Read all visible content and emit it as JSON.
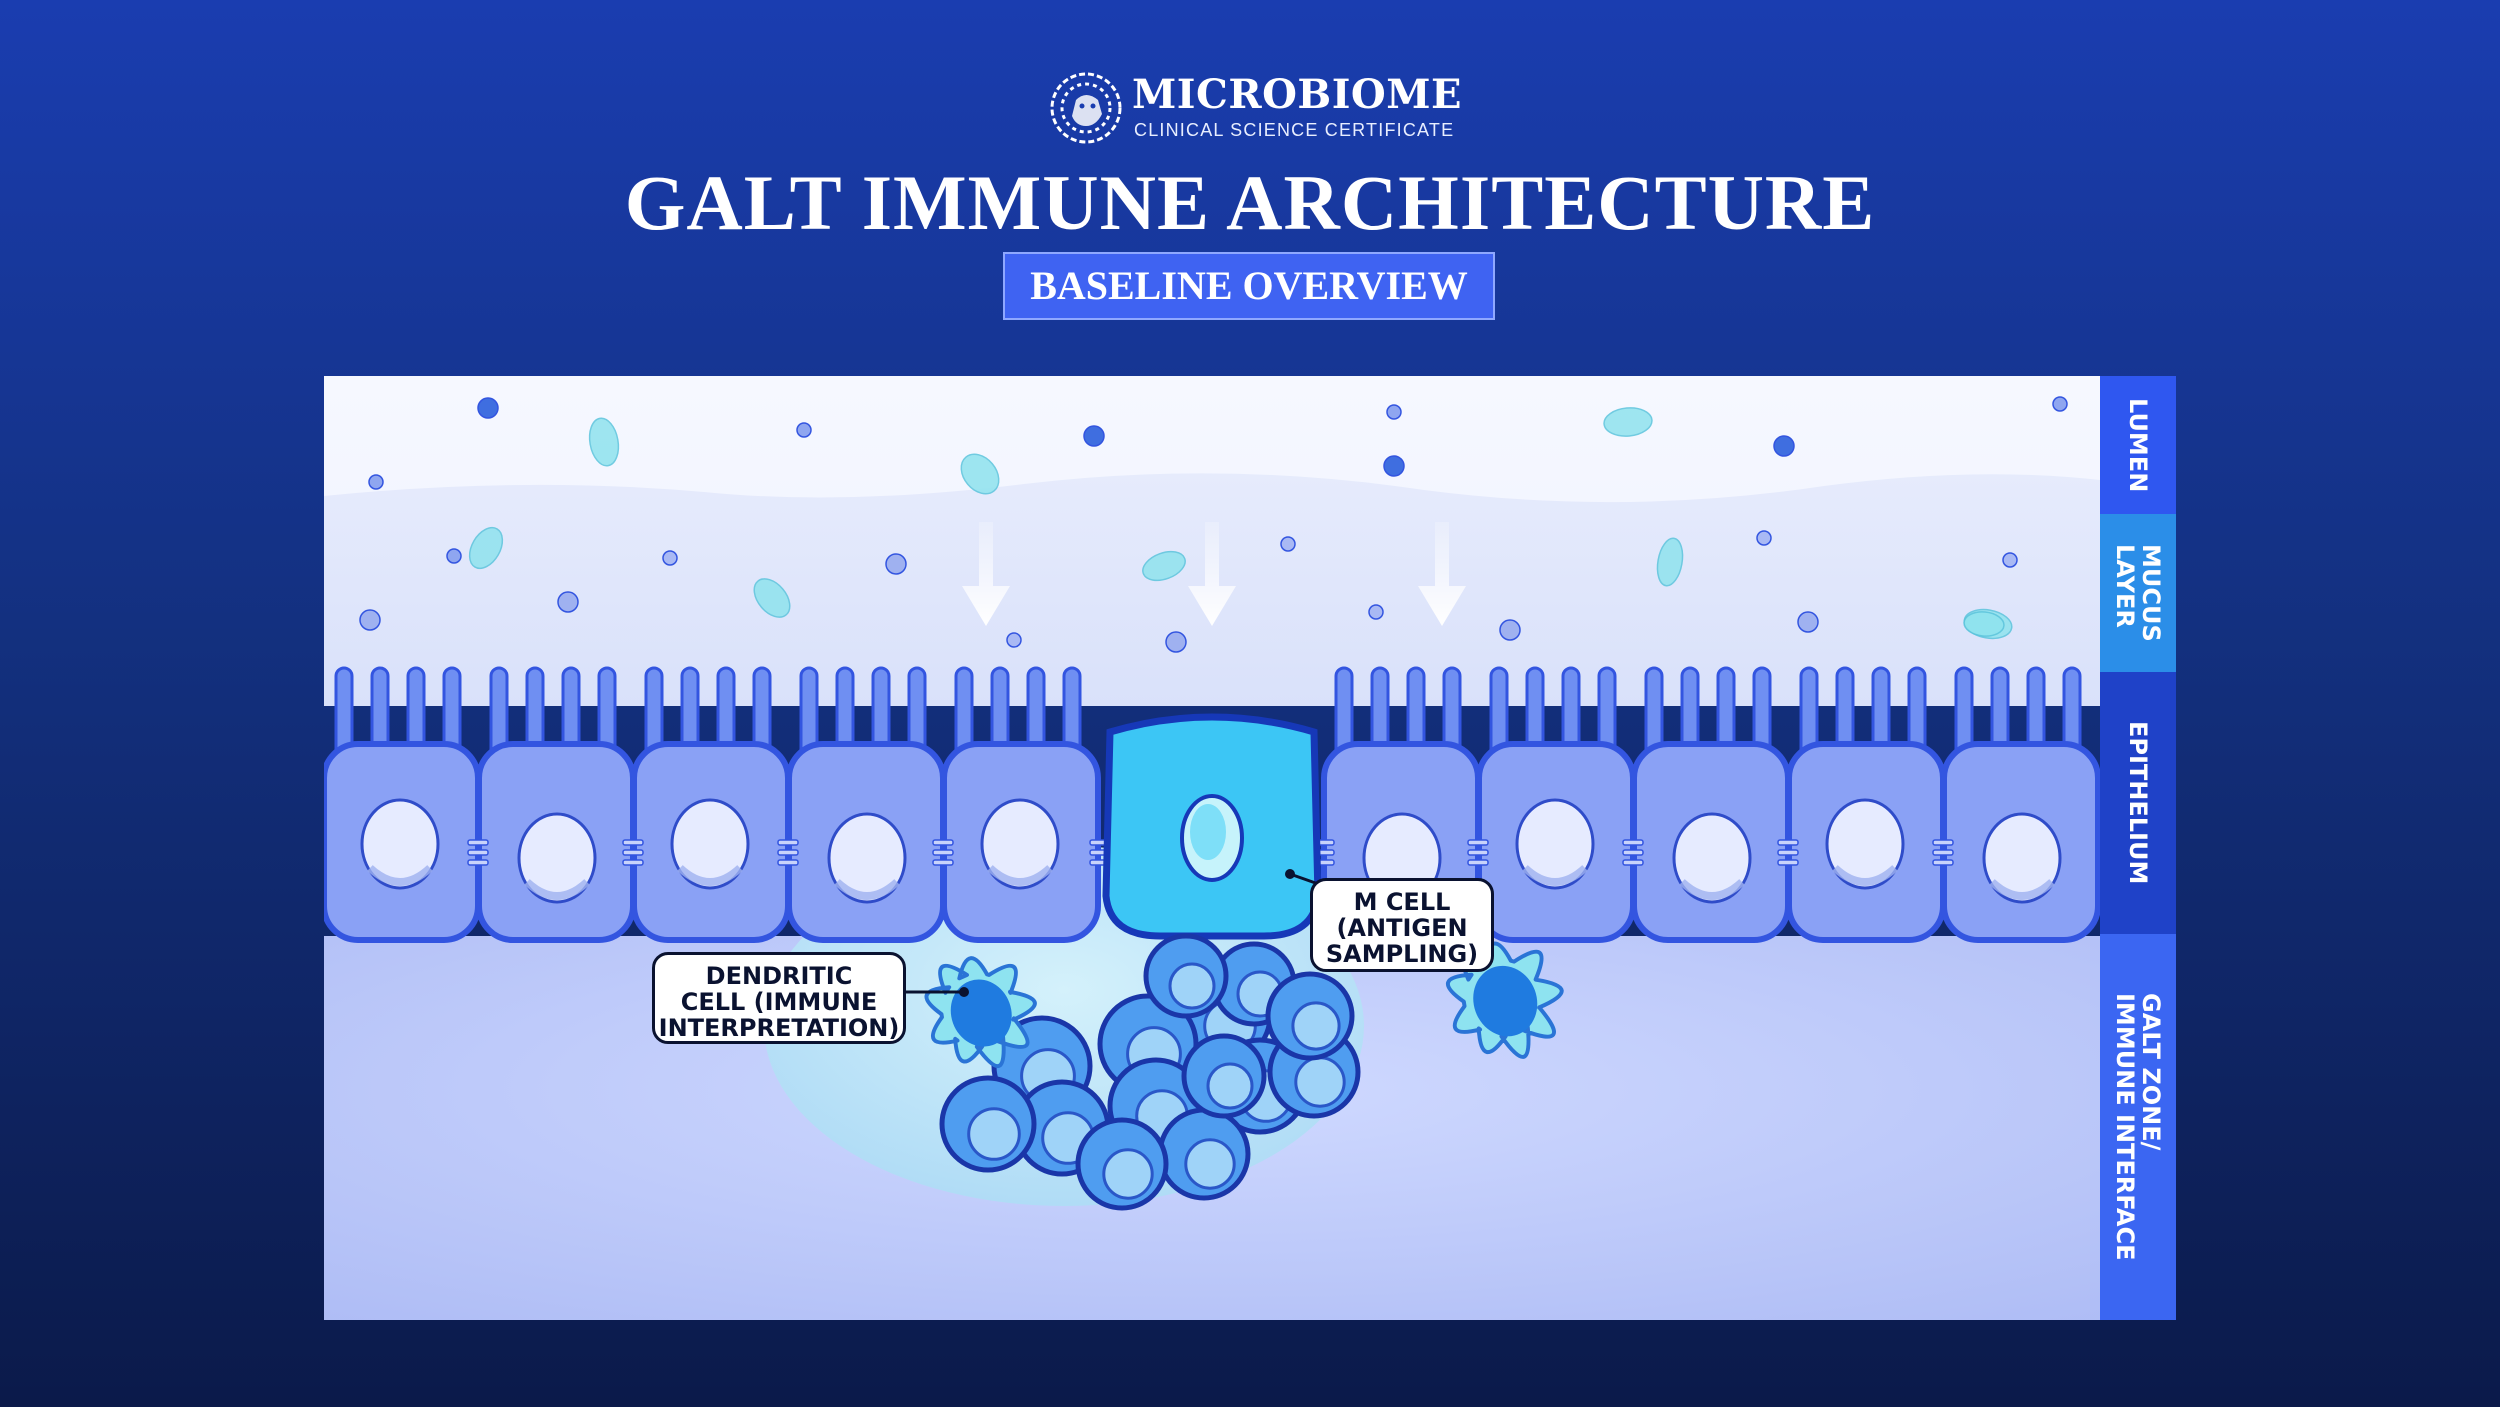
{
  "brand": {
    "name": "MICROBIOME",
    "subtitle": "CLINICAL SCIENCE CERTIFICATE",
    "logo_icon": "lion-head-icon"
  },
  "title": "GALT IMMUNE ARCHITECTURE",
  "subtitle_badge": "BASELINE OVERVIEW",
  "diagram": {
    "layers": [
      {
        "key": "lumen",
        "label": "LUMEN"
      },
      {
        "key": "mucus",
        "label": "MUCUS\nLAYER"
      },
      {
        "key": "epithelium",
        "label": "EPITHELIUM"
      },
      {
        "key": "galt",
        "label": "GALT ZONE/\nIMMUNE INTERFACE"
      }
    ],
    "callouts": {
      "dendritic": "DENDRITIC\nCELL (IMMUNE\nINTERPRETATION)",
      "m_cell": "M CELL\n(ANTIGEN\nSAMPLING)"
    },
    "colors": {
      "background_top": "#1a3db0",
      "background_bottom": "#0b1a4a",
      "epithelial_cell": "#8aa1f5",
      "cell_outline": "#3355e0",
      "m_cell": "#3cc6f5",
      "dendritic_cell": "#8ee3f0",
      "lymphocyte": "#4f9df0"
    }
  }
}
